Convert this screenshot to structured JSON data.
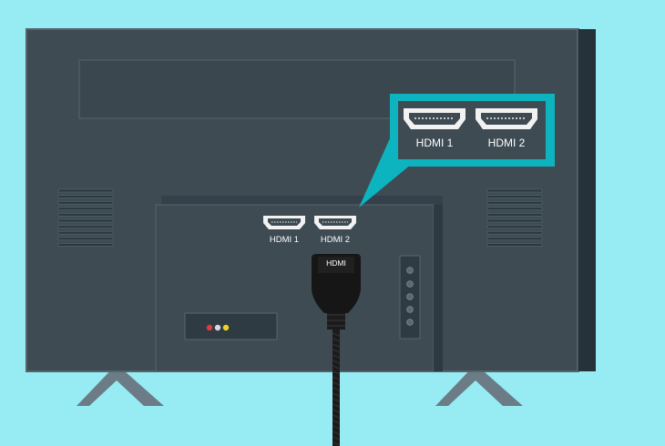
{
  "ports": {
    "hdmi1_label": "HDMI 1",
    "hdmi2_label": "HDMI 2"
  },
  "callout": {
    "hdmi1_label": "HDMI 1",
    "hdmi2_label": "HDMI 2"
  },
  "cable": {
    "label": "HDMI"
  },
  "colors": {
    "background": "#97ecf3",
    "tv_back": "#3e4b53",
    "tv_edge": "#55636b",
    "tv_side": "#26323a",
    "highlight": "#0db4bf",
    "port_white": "#f2f2f2",
    "cable": "#1b1b1b",
    "stand": "#6c7c87",
    "av_red": "#e23a3a",
    "av_white": "#d9d9d9",
    "av_yellow": "#f3d21f"
  }
}
